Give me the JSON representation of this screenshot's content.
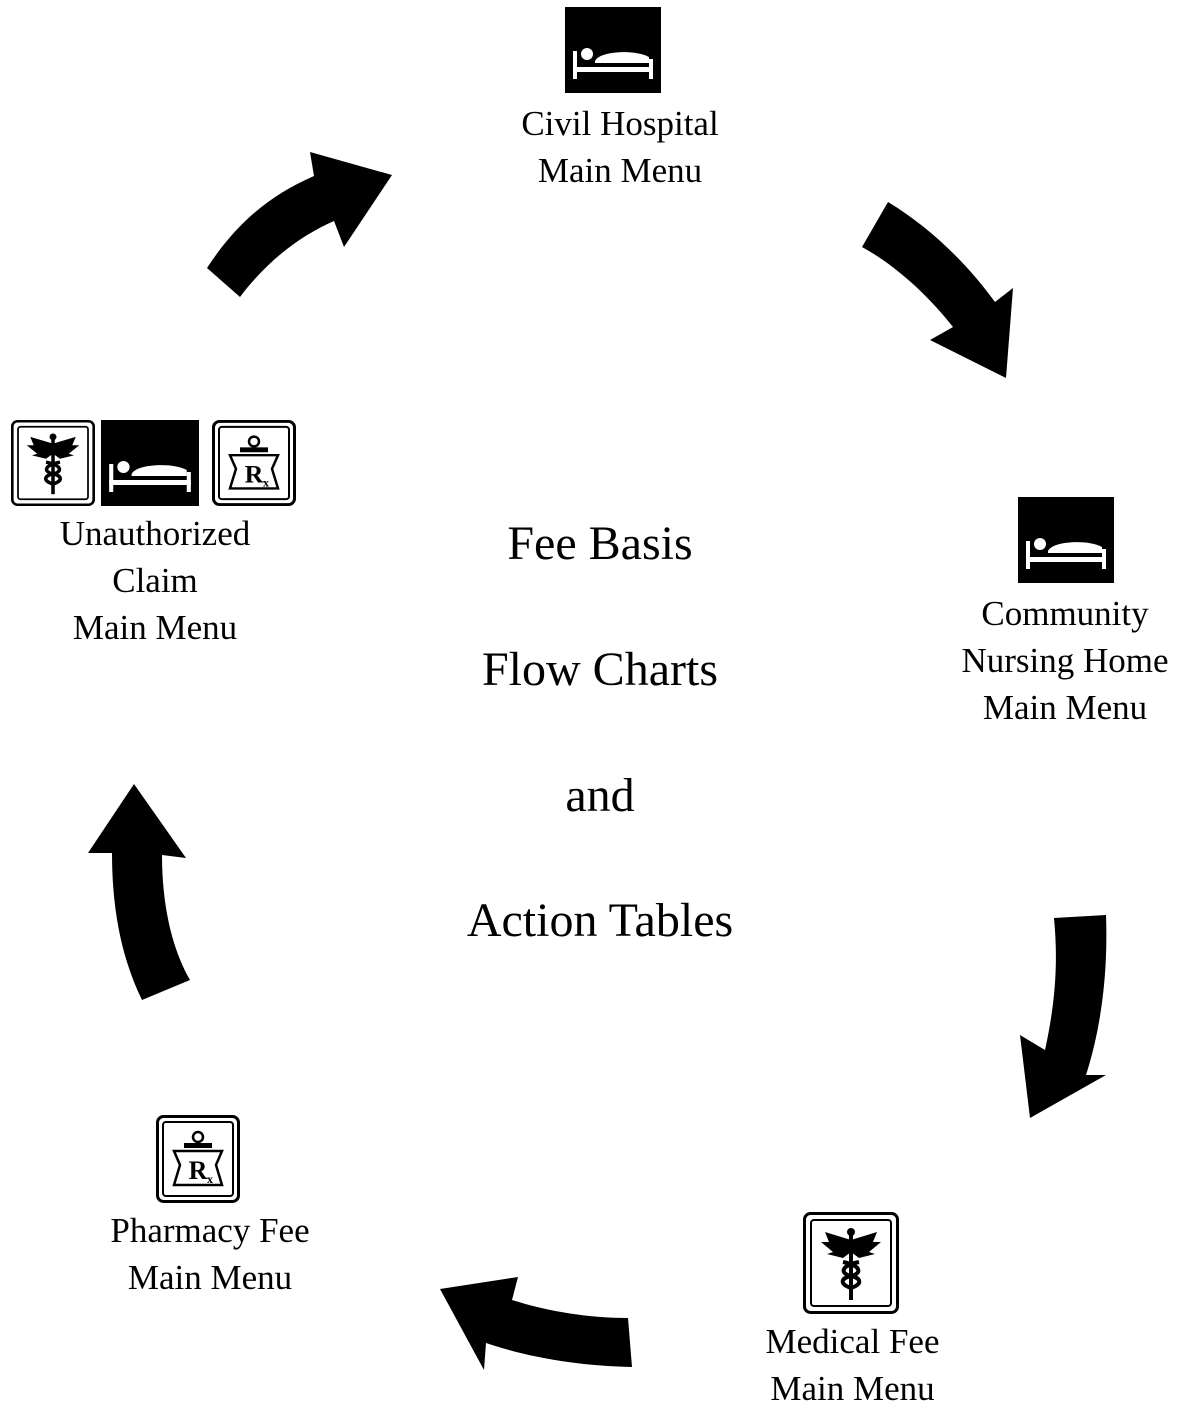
{
  "title": {
    "line1": "Fee Basis",
    "line2": "Flow Charts",
    "line3": "and",
    "line4": "Action Tables"
  },
  "nodes": {
    "civil_hospital": {
      "line1": "Civil Hospital",
      "line2": "Main Menu",
      "icons": [
        "bed-icon"
      ]
    },
    "community_nursing_home": {
      "line1": "Community",
      "line2": "Nursing Home",
      "line3": "Main Menu",
      "icons": [
        "bed-icon"
      ]
    },
    "medical_fee": {
      "line1": "Medical Fee",
      "line2": "Main Menu",
      "icons": [
        "caduceus-icon"
      ]
    },
    "pharmacy_fee": {
      "line1": "Pharmacy Fee",
      "line2": "Main Menu",
      "icons": [
        "rx-mortar-icon"
      ]
    },
    "unauthorized_claim": {
      "line1": "Unauthorized",
      "line2": "Claim",
      "line3": "Main Menu",
      "icons": [
        "caduceus-icon",
        "bed-icon",
        "rx-mortar-icon"
      ]
    }
  },
  "colors": {
    "ink": "#000000",
    "paper": "#ffffff"
  }
}
